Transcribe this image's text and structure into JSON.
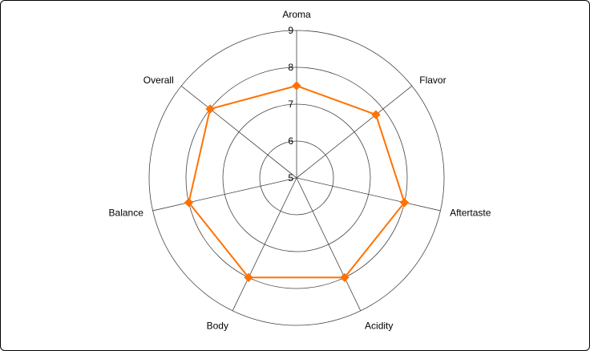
{
  "chart_data": {
    "type": "radar",
    "title": "",
    "axes": [
      "Aroma",
      "Flavor",
      "Aftertaste",
      "Acidity",
      "Body",
      "Balance",
      "Overall"
    ],
    "series": [
      {
        "values": [
          7.5,
          7.75,
          8,
          8,
          8,
          8,
          8
        ],
        "color": "#ff7200"
      }
    ],
    "rlim": [
      5,
      9
    ],
    "rticks": [
      5,
      6,
      7,
      8,
      9
    ],
    "grid": true,
    "grid_shape": "circle",
    "marker": "diamond"
  }
}
